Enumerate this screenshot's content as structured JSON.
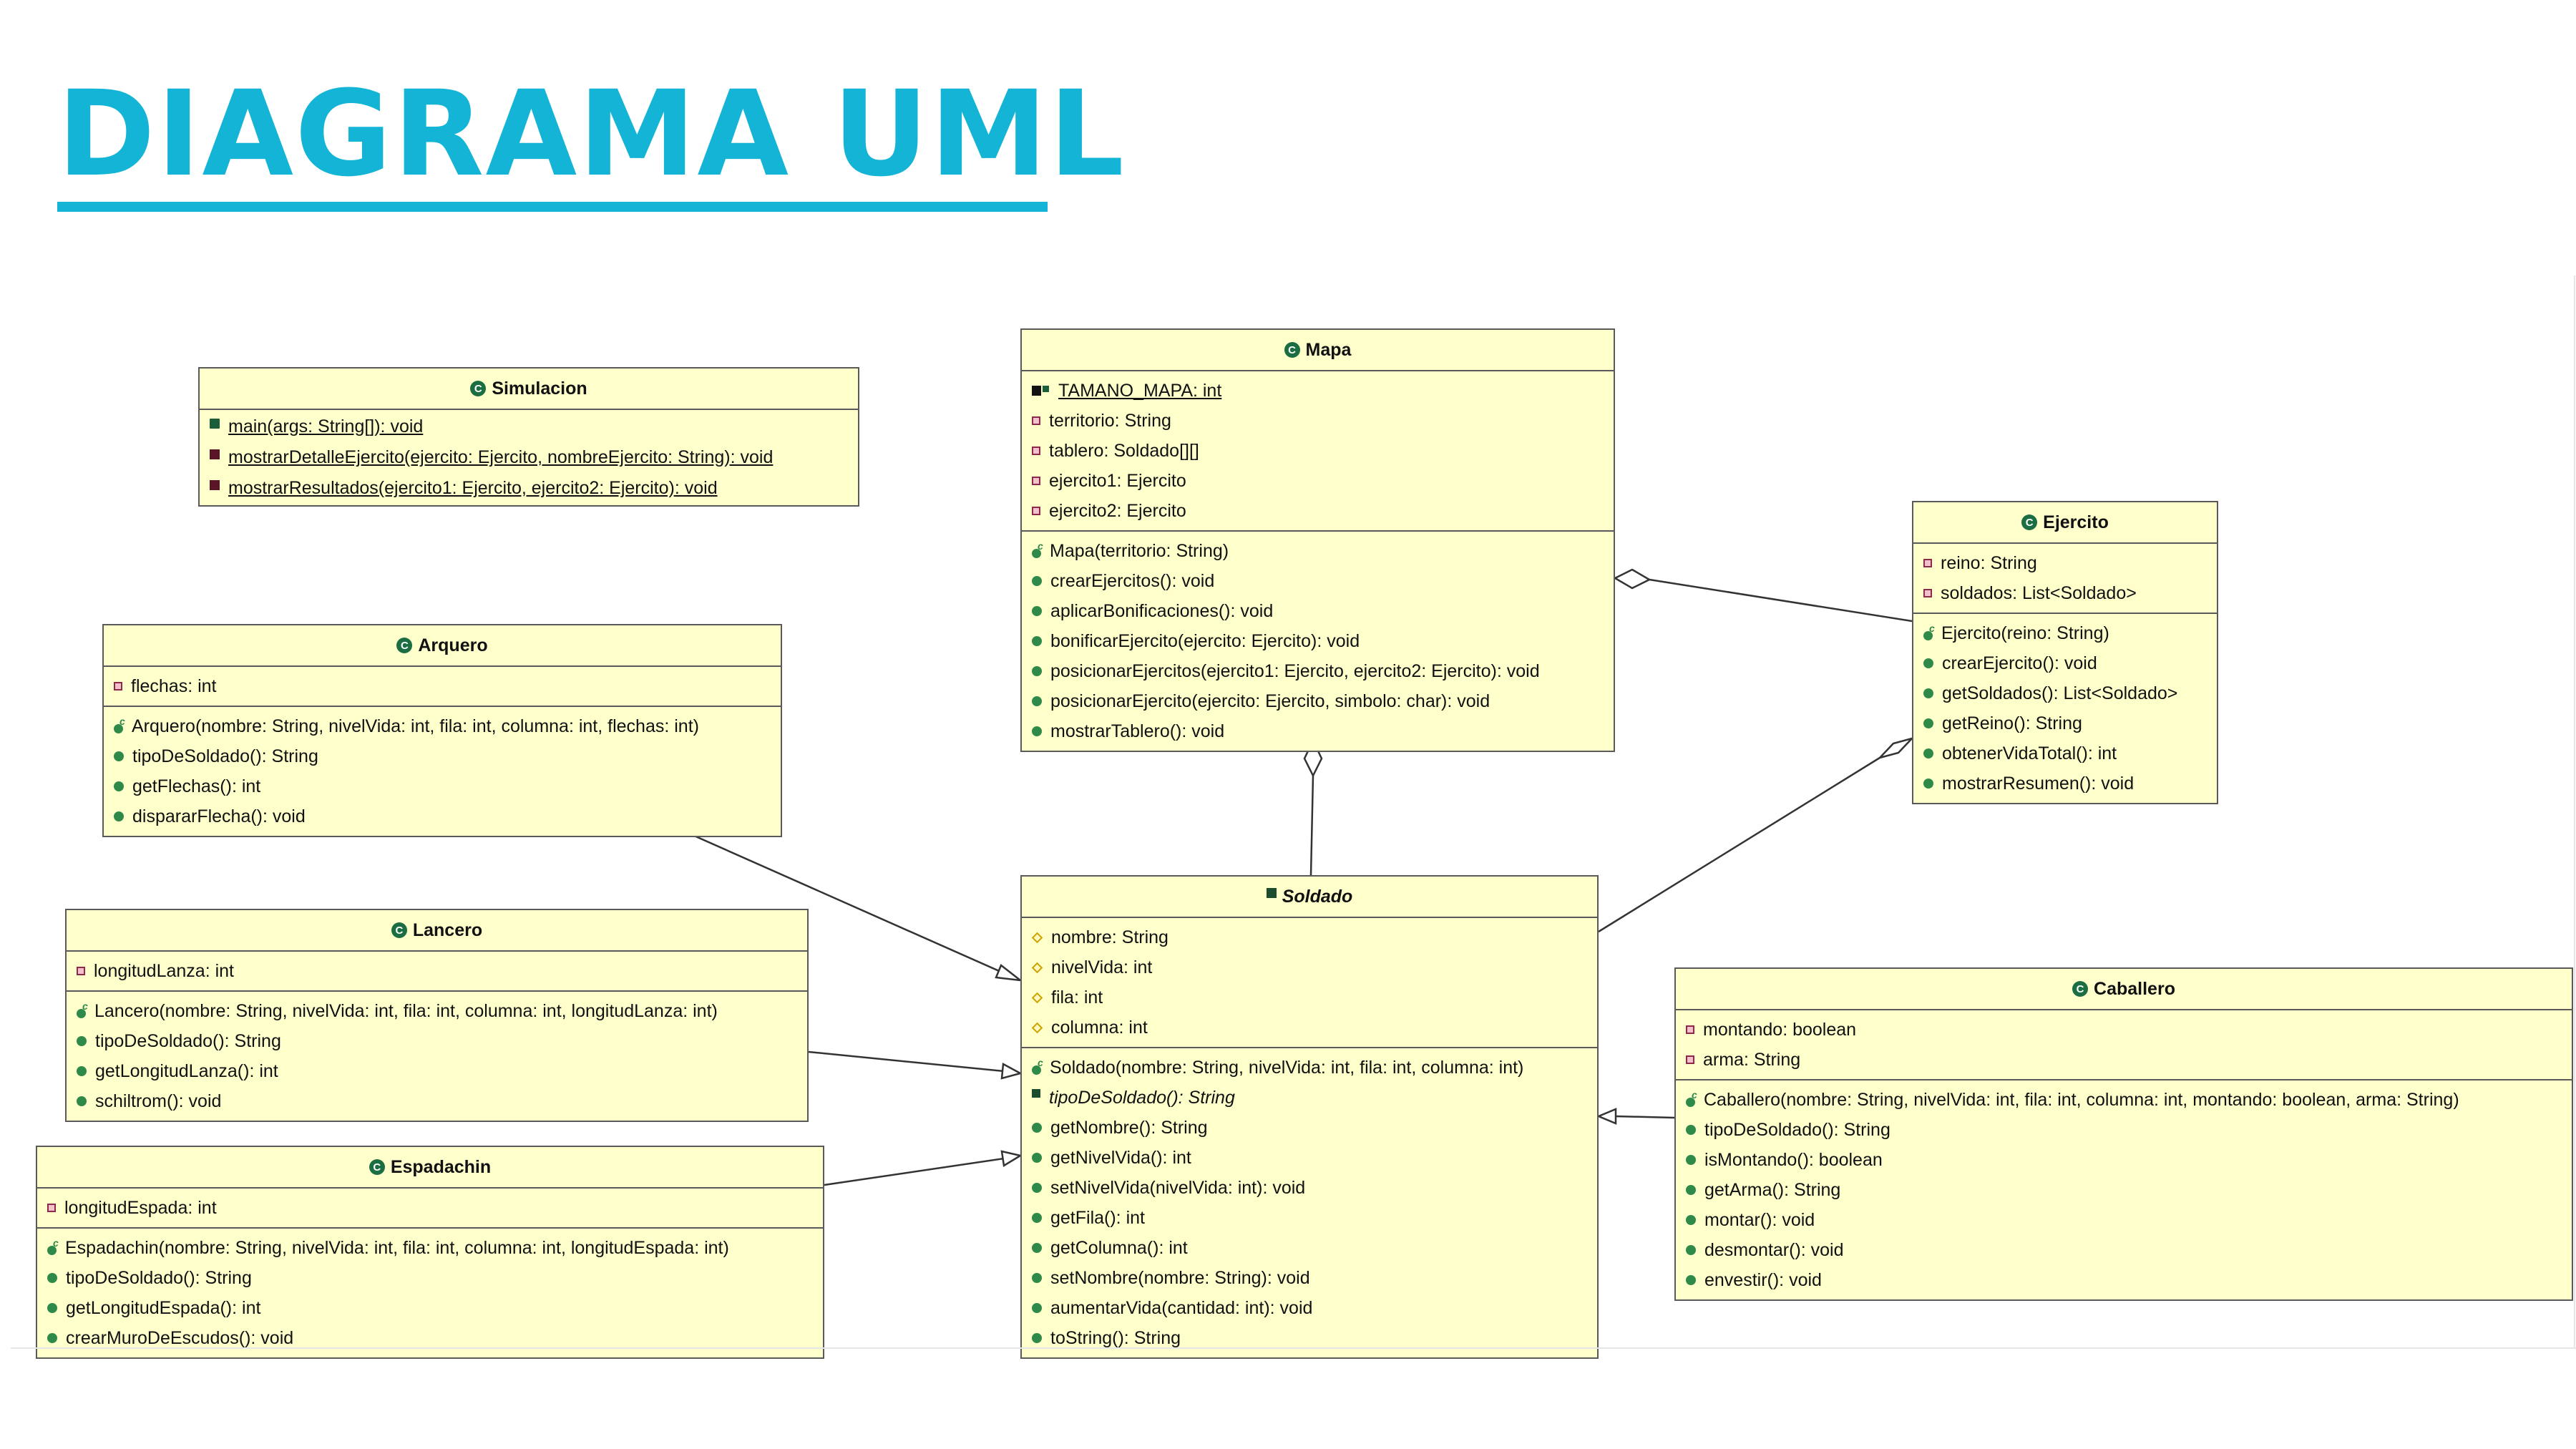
{
  "title": "DIAGRAMA UML",
  "colors": {
    "title": "#14b4d6",
    "class_fill": "#ffffcc",
    "class_border": "#5a5a5a",
    "public_icon": "#2f8a4a",
    "private_icon": "#8b2a4a"
  },
  "classes": {
    "simulacion": {
      "name": "Simulacion",
      "abstract": false,
      "attributes": [],
      "methods": [
        {
          "text": "main(args: String[]): void",
          "icon": "static-public-method-icon",
          "static": true
        },
        {
          "text": "mostrarDetalleEjercito(ejercito: Ejercito, nombreEjercito: String): void",
          "icon": "static-private-method-icon",
          "static": true
        },
        {
          "text": "mostrarResultados(ejercito1: Ejercito, ejercito2: Ejercito): void",
          "icon": "static-private-method-icon",
          "static": true
        }
      ]
    },
    "mapa": {
      "name": "Mapa",
      "abstract": false,
      "attributes": [
        {
          "text": "TAMANO_MAPA: int",
          "icon": "static-final-private-field-icon",
          "static": true
        },
        {
          "text": "territorio: String",
          "icon": "private-field-icon"
        },
        {
          "text": "tablero: Soldado[][]",
          "icon": "private-field-icon"
        },
        {
          "text": "ejercito1: Ejercito",
          "icon": "private-field-icon"
        },
        {
          "text": "ejercito2: Ejercito",
          "icon": "private-field-icon"
        }
      ],
      "methods": [
        {
          "text": "Mapa(territorio: String)",
          "icon": "constructor-icon"
        },
        {
          "text": "crearEjercitos(): void",
          "icon": "public-method-icon"
        },
        {
          "text": "aplicarBonificaciones(): void",
          "icon": "public-method-icon"
        },
        {
          "text": "bonificarEjercito(ejercito: Ejercito): void",
          "icon": "public-method-icon"
        },
        {
          "text": "posicionarEjercitos(ejercito1: Ejercito, ejercito2: Ejercito): void",
          "icon": "public-method-icon"
        },
        {
          "text": "posicionarEjercito(ejercito: Ejercito, simbolo: char): void",
          "icon": "public-method-icon"
        },
        {
          "text": "mostrarTablero(): void",
          "icon": "public-method-icon"
        }
      ]
    },
    "ejercito": {
      "name": "Ejercito",
      "abstract": false,
      "attributes": [
        {
          "text": "reino: String",
          "icon": "private-field-icon"
        },
        {
          "text": "soldados: List<Soldado>",
          "icon": "private-field-icon"
        }
      ],
      "methods": [
        {
          "text": "Ejercito(reino: String)",
          "icon": "constructor-icon"
        },
        {
          "text": "crearEjercito(): void",
          "icon": "public-method-icon"
        },
        {
          "text": "getSoldados(): List<Soldado>",
          "icon": "public-method-icon"
        },
        {
          "text": "getReino(): String",
          "icon": "public-method-icon"
        },
        {
          "text": "obtenerVidaTotal(): int",
          "icon": "public-method-icon"
        },
        {
          "text": "mostrarResumen(): void",
          "icon": "public-method-icon"
        }
      ]
    },
    "arquero": {
      "name": "Arquero",
      "abstract": false,
      "attributes": [
        {
          "text": "flechas: int",
          "icon": "private-field-icon"
        }
      ],
      "methods": [
        {
          "text": "Arquero(nombre: String, nivelVida: int, fila: int, columna: int, flechas: int)",
          "icon": "constructor-icon"
        },
        {
          "text": "tipoDeSoldado(): String",
          "icon": "public-method-icon"
        },
        {
          "text": "getFlechas(): int",
          "icon": "public-method-icon"
        },
        {
          "text": "dispararFlecha(): void",
          "icon": "public-method-icon"
        }
      ]
    },
    "lancero": {
      "name": "Lancero",
      "abstract": false,
      "attributes": [
        {
          "text": "longitudLanza: int",
          "icon": "private-field-icon"
        }
      ],
      "methods": [
        {
          "text": "Lancero(nombre: String, nivelVida: int, fila: int, columna: int, longitudLanza: int)",
          "icon": "constructor-icon"
        },
        {
          "text": "tipoDeSoldado(): String",
          "icon": "public-method-icon"
        },
        {
          "text": "getLongitudLanza(): int",
          "icon": "public-method-icon"
        },
        {
          "text": "schiltrom(): void",
          "icon": "public-method-icon"
        }
      ]
    },
    "espadachin": {
      "name": "Espadachin",
      "abstract": false,
      "attributes": [
        {
          "text": "longitudEspada: int",
          "icon": "private-field-icon"
        }
      ],
      "methods": [
        {
          "text": "Espadachin(nombre: String, nivelVida: int, fila: int, columna: int, longitudEspada: int)",
          "icon": "constructor-icon"
        },
        {
          "text": "tipoDeSoldado(): String",
          "icon": "public-method-icon"
        },
        {
          "text": "getLongitudEspada(): int",
          "icon": "public-method-icon"
        },
        {
          "text": "crearMuroDeEscudos(): void",
          "icon": "public-method-icon"
        }
      ]
    },
    "soldado": {
      "name": "Soldado",
      "abstract": true,
      "attributes": [
        {
          "text": "nombre: String",
          "icon": "protected-field-icon"
        },
        {
          "text": "nivelVida: int",
          "icon": "protected-field-icon"
        },
        {
          "text": "fila: int",
          "icon": "protected-field-icon"
        },
        {
          "text": "columna: int",
          "icon": "protected-field-icon"
        }
      ],
      "methods": [
        {
          "text": "Soldado(nombre: String, nivelVida: int, fila: int, columna: int)",
          "icon": "constructor-icon"
        },
        {
          "text": "tipoDeSoldado(): String",
          "icon": "abstract-method-icon",
          "abstract": true
        },
        {
          "text": "getNombre(): String",
          "icon": "public-method-icon"
        },
        {
          "text": "getNivelVida(): int",
          "icon": "public-method-icon"
        },
        {
          "text": "setNivelVida(nivelVida: int): void",
          "icon": "public-method-icon"
        },
        {
          "text": "getFila(): int",
          "icon": "public-method-icon"
        },
        {
          "text": "getColumna(): int",
          "icon": "public-method-icon"
        },
        {
          "text": "setNombre(nombre: String): void",
          "icon": "public-method-icon"
        },
        {
          "text": "aumentarVida(cantidad: int): void",
          "icon": "public-method-icon"
        },
        {
          "text": "toString(): String",
          "icon": "public-method-icon"
        }
      ]
    },
    "caballero": {
      "name": "Caballero",
      "abstract": false,
      "attributes": [
        {
          "text": "montando: boolean",
          "icon": "private-field-icon"
        },
        {
          "text": "arma: String",
          "icon": "private-field-icon"
        }
      ],
      "methods": [
        {
          "text": "Caballero(nombre: String, nivelVida: int, fila: int, columna: int, montando: boolean, arma: String)",
          "icon": "constructor-icon"
        },
        {
          "text": "tipoDeSoldado(): String",
          "icon": "public-method-icon"
        },
        {
          "text": "isMontando(): boolean",
          "icon": "public-method-icon"
        },
        {
          "text": "getArma(): String",
          "icon": "public-method-icon"
        },
        {
          "text": "montar(): void",
          "icon": "public-method-icon"
        },
        {
          "text": "desmontar(): void",
          "icon": "public-method-icon"
        },
        {
          "text": "envestir(): void",
          "icon": "public-method-icon"
        }
      ]
    }
  },
  "relations": [
    {
      "type": "aggregation",
      "whole": "Mapa",
      "part": "Ejercito"
    },
    {
      "type": "aggregation",
      "whole": "Mapa",
      "part": "Soldado"
    },
    {
      "type": "aggregation",
      "whole": "Ejercito",
      "part": "Soldado"
    },
    {
      "type": "inheritance",
      "child": "Arquero",
      "parent": "Soldado"
    },
    {
      "type": "inheritance",
      "child": "Lancero",
      "parent": "Soldado"
    },
    {
      "type": "inheritance",
      "child": "Espadachin",
      "parent": "Soldado"
    },
    {
      "type": "inheritance",
      "child": "Caballero",
      "parent": "Soldado"
    }
  ]
}
